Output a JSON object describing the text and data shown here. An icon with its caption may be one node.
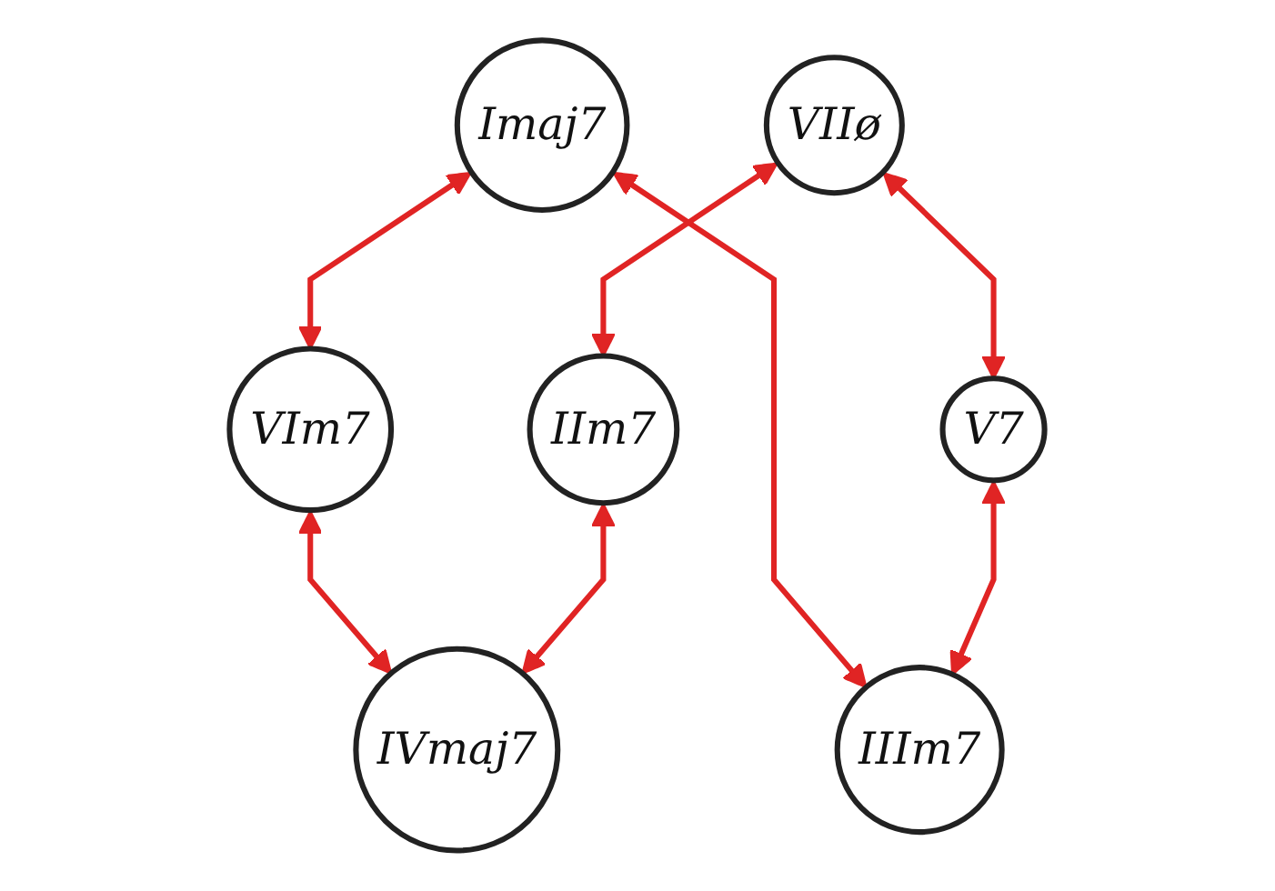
{
  "diagram": {
    "nodes": [
      {
        "text": [
          "Imaj7"
        ]
      },
      {
        "text": [
          "VIIø"
        ]
      },
      {
        "text": [
          "IIm7"
        ]
      },
      {
        "text": [
          "VIm7"
        ]
      },
      {
        "text": [
          "IIIm7"
        ]
      },
      {
        "text": [
          "V7"
        ]
      },
      {
        "text": [
          "IVmaj7"
        ]
      }
    ],
    "edges": [
      {
        "from": 0,
        "to": 3,
        "arrow": "both"
      },
      {
        "from": 0,
        "to": 4,
        "arrow": "both"
      },
      {
        "from": 1,
        "to": 2,
        "arrow": "both"
      },
      {
        "from": 1,
        "to": 5,
        "arrow": "both"
      },
      {
        "from": 3,
        "to": 6,
        "arrow": "both"
      },
      {
        "from": 2,
        "to": 6,
        "arrow": "both"
      },
      {
        "from": 5,
        "to": 4,
        "arrow": "both"
      }
    ]
  }
}
